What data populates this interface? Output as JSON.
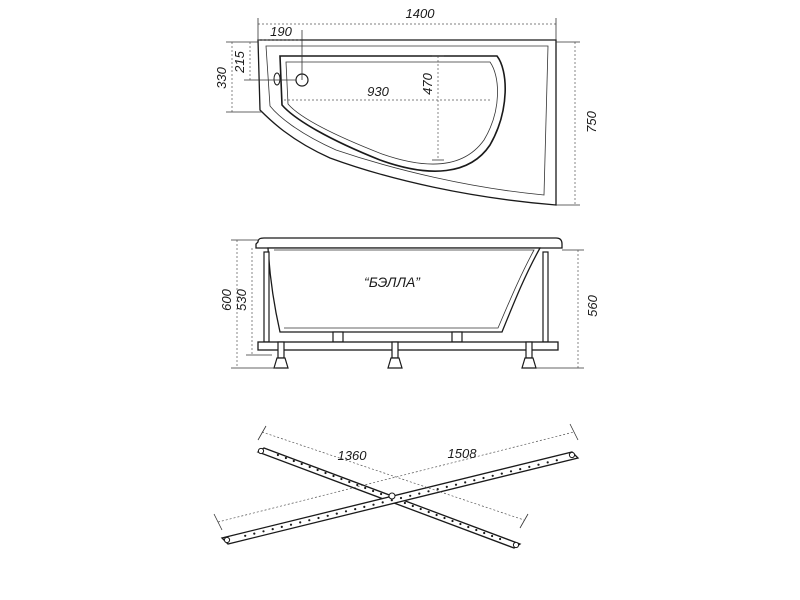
{
  "top_view": {
    "dims": {
      "length": "1400",
      "drain_offset": "190",
      "width_total": "750",
      "side_depth": "330",
      "drain_depth": "215",
      "inner_length": "930",
      "inner_width": "470"
    }
  },
  "side_view": {
    "model_name": "“БЭЛЛА”",
    "dims": {
      "height_total": "600",
      "height_body": "530",
      "height_right": "560"
    }
  },
  "frame_view": {
    "dims": {
      "bar_short": "1360",
      "bar_long": "1508"
    }
  }
}
